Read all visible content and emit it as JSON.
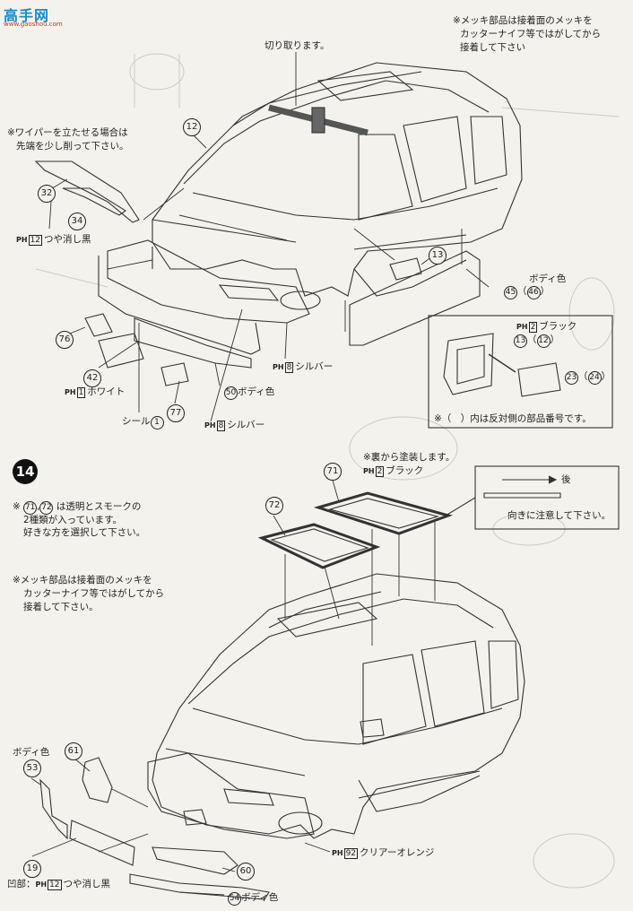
{
  "watermark": {
    "main": "高手网",
    "sub": "www.gaoshou.com"
  },
  "step": {
    "number": "14"
  },
  "top": {
    "note_chrome": [
      "※メッキ部品は接着面のメッキを",
      "カッターナイフ等ではがしてから",
      "接着して下さい"
    ],
    "cut_label": "切り取ります。",
    "wiper_note": [
      "※ワイパーを立たせる場合は",
      "先端を少し削って下さい。"
    ],
    "matte_black": "つや消し黒",
    "matte_black_code": "12",
    "white": "ホワイト",
    "white_code": "1",
    "silver": "シルバー",
    "silver_code": "8",
    "body_color": "ボディ色",
    "seal": "シール",
    "seal_num": "1",
    "black": "ブラック",
    "black_code": "2",
    "opposite_note": "※（　）内は反対側の部品番号です。",
    "parts": {
      "p12": "12",
      "p32": "32",
      "p34": "34",
      "p13": "13",
      "p45": "45",
      "p46": "46",
      "p76": "76",
      "p42": "42",
      "p50": "50",
      "p77": "77",
      "p12b": "12",
      "p23": "23",
      "p24": "24"
    }
  },
  "bottom": {
    "paint_back": "※裏から塗装します。",
    "black": "ブラック",
    "black_code": "2",
    "window_note": [
      "※ は透明とスモークの",
      "2種類が入っています。",
      "好きな方を選択して下さい。"
    ],
    "rear_label": "後",
    "direction_note": "向きに注意して下さい。",
    "chrome_note": [
      "※メッキ部品は接着面のメッキを",
      "カッターナイフ等ではがしてから",
      "接着して下さい。"
    ],
    "body_color": "ボディ色",
    "clear_orange": "クリアーオレンジ",
    "clear_orange_code": "92",
    "recess": "凹部：",
    "matte_black": "つや消し黒",
    "matte_black_code": "12",
    "parts": {
      "p71": "71",
      "p72": "72",
      "p61": "61",
      "p53": "53",
      "p19": "19",
      "p60": "60",
      "p54": "54"
    }
  }
}
